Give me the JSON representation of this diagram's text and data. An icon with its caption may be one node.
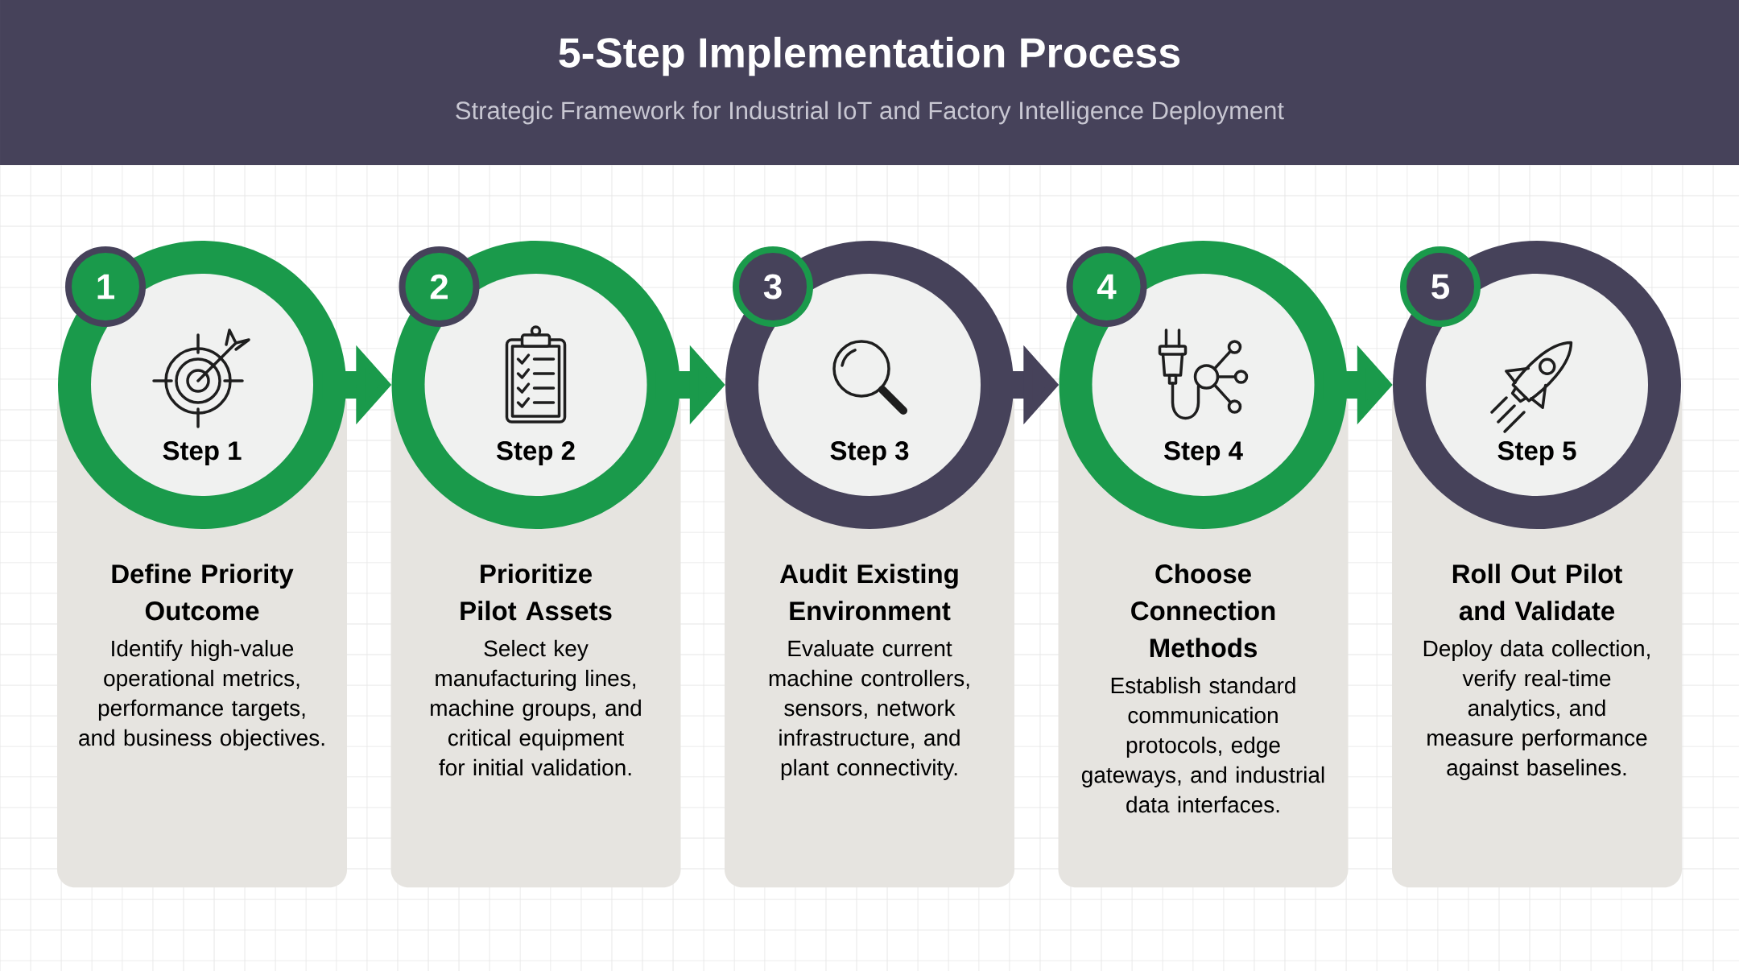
{
  "diagram": {
    "title": "5-Step Implementation Process",
    "nodes": [
      {
        "text": [
          "1",
          "Step 1"
        ]
      },
      {
        "text": [
          "Define Priority Outcome",
          "Identify high-value operational metrics, performance targets, and business objectives."
        ]
      },
      {
        "text": [
          "2",
          "Step 2"
        ]
      },
      {
        "text": [
          "Prioritize Pilot Assets",
          "Select key manufacturing lines, machine groups, and critical equipment for initial validation."
        ]
      },
      {
        "text": [
          "3",
          "Step 3"
        ]
      },
      {
        "text": [
          "Audit Existing Environment",
          "Evaluate current machine controllers, sensors, network infrastructure, and plant connectivity."
        ]
      },
      {
        "text": [
          "4",
          "Step 4"
        ]
      },
      {
        "text": [
          "Choose Connection Methods",
          "Establish standard communication protocols, edge gateways, and industrial data interfaces."
        ]
      },
      {
        "text": [
          "5",
          "Step 5"
        ]
      },
      {
        "text": [
          "Roll Out Pilot and Validate",
          "Deploy data collection, verify real-time analytics, and measure performance against baselines."
        ]
      }
    ],
    "edges": [
      {
        "from": 0,
        "to": 2,
        "arrow": "to"
      },
      {
        "from": 2,
        "to": 4,
        "arrow": "to"
      },
      {
        "from": 4,
        "to": 6,
        "arrow": "to",
        "color": "#46425a"
      },
      {
        "from": 6,
        "to": 8,
        "arrow": "to"
      }
    ],
    "labels": [
      "Strategic Framework for Industrial IoT and Factory Intelligence Deployment"
    ]
  }
}
